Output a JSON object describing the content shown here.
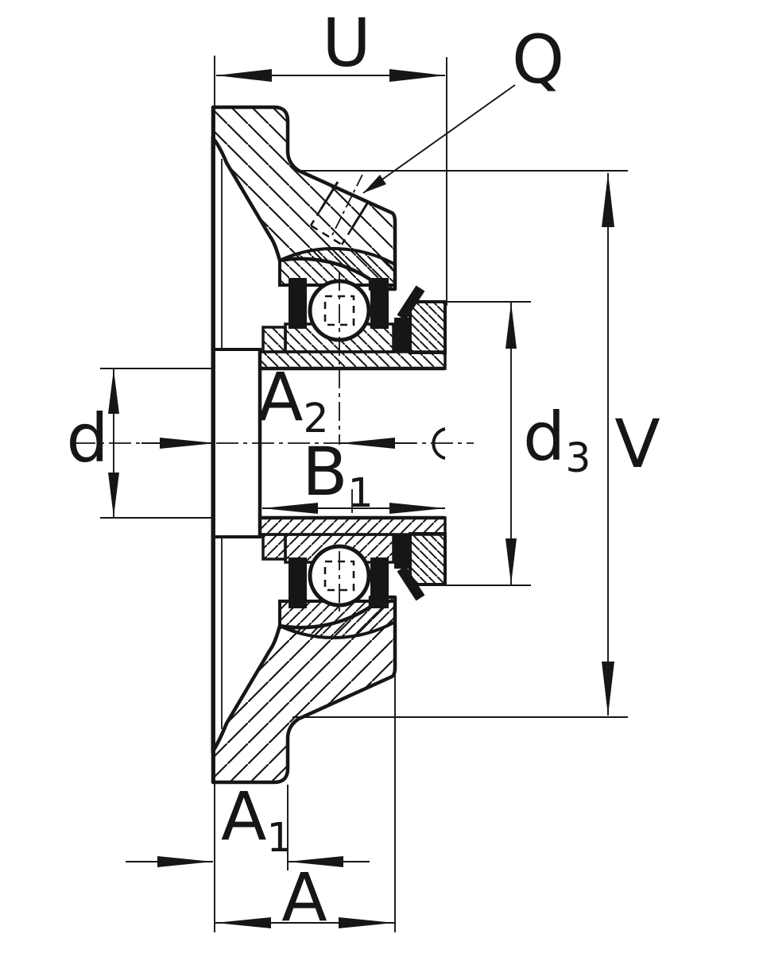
{
  "drawing_labels": {
    "u": "U",
    "q": "Q",
    "v": "V",
    "d": "d",
    "d3": {
      "base": "d",
      "sub": "3"
    },
    "a2": {
      "base": "A",
      "sub": "2"
    },
    "b1": {
      "base": "B",
      "sub": "1"
    },
    "a1": {
      "base": "A",
      "sub": "1"
    },
    "a": "A"
  },
  "colors": {
    "ink": "#161616",
    "background": "#ffffff"
  }
}
